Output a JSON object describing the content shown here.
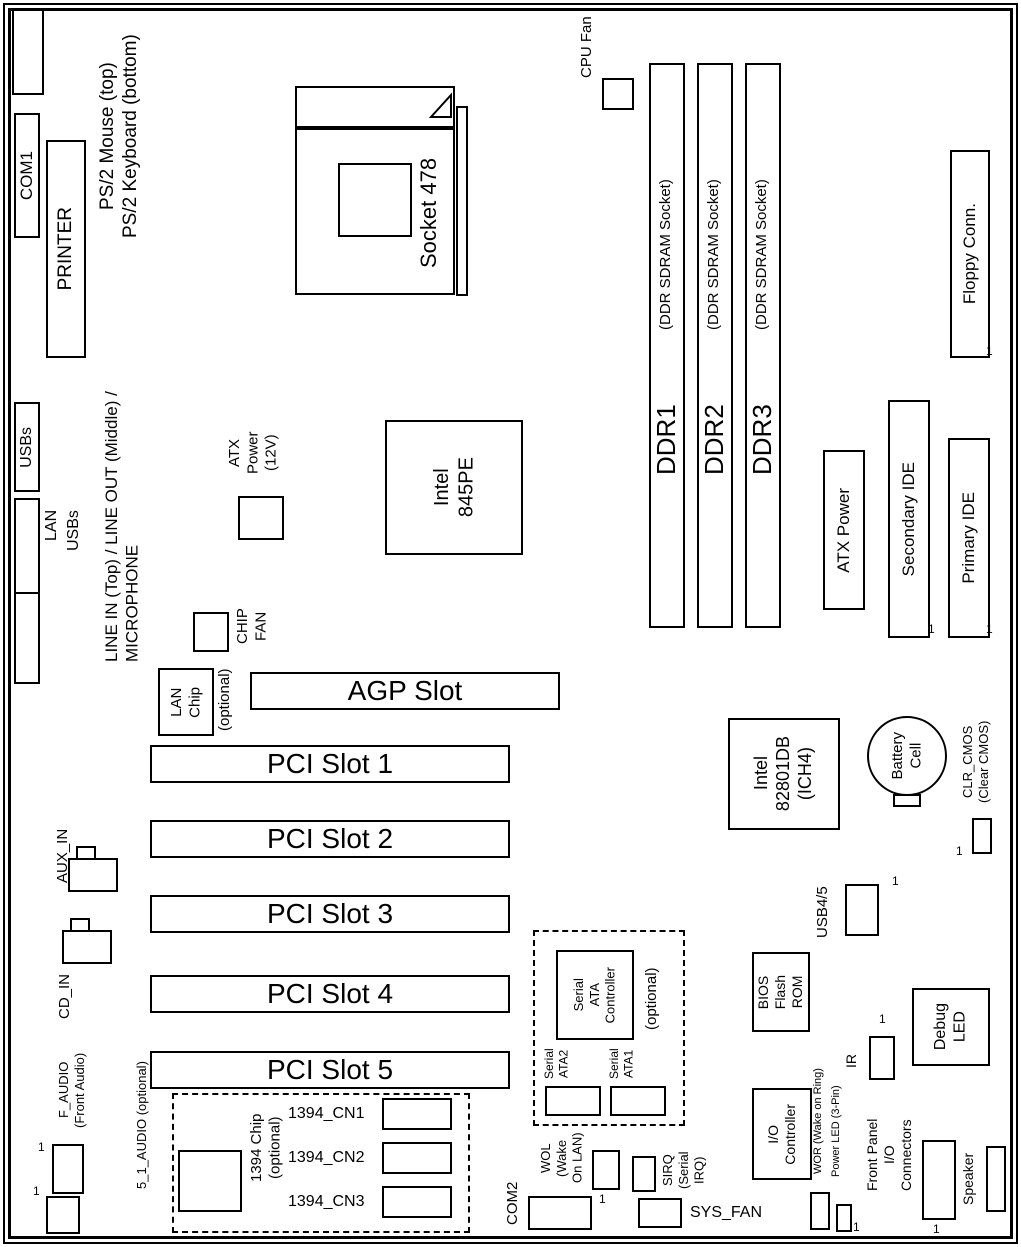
{
  "board": {
    "rear_panel": {
      "ps2": "PS/2 Mouse (top)\nPS/2 Keyboard (bottom)",
      "com1": "COM1",
      "printer": "PRINTER",
      "usb_top": "USBs",
      "lan": "LAN",
      "usb_bottom": "USBs",
      "audio": "LINE IN (Top) / LINE OUT (Middle) /\nMICROPHONE"
    },
    "cpu_area": {
      "socket": "Socket 478",
      "cpu_fan": "CPU Fan",
      "atx_12v": "ATX\nPower\n(12V)",
      "northbridge": "Intel\n845PE",
      "chip_fan": "CHIP\nFAN"
    },
    "memory": {
      "ddr1": "DDR1",
      "ddr2": "DDR2",
      "ddr3": "DDR3",
      "ddr_sub": "(DDR SDRAM Socket)"
    },
    "power_storage": {
      "floppy": "Floppy Conn.",
      "atx_power": "ATX Power",
      "secondary_ide": "Secondary IDE",
      "primary_ide": "Primary IDE"
    },
    "expansion": {
      "lan_chip": "LAN\nChip",
      "lan_chip_opt": "(optional)",
      "agp": "AGP Slot",
      "pci": [
        "PCI Slot 1",
        "PCI Slot 2",
        "PCI Slot 3",
        "PCI Slot 4",
        "PCI Slot 5"
      ],
      "aux_in": "AUX_IN",
      "cd_in": "CD_IN"
    },
    "south_area": {
      "southbridge": "Intel\n82801DB\n(ICH4)",
      "battery": "Battery\nCell",
      "clr_cmos": "CLR_CMOS\n(Clear CMOS)",
      "usb45": "USB4/5",
      "bios": "BIOS\nFlash\nROM",
      "ir": "IR",
      "debug_led": "Debug\nLED"
    },
    "sata": {
      "controller": "Serial\nATA\nController",
      "optional": "(optional)",
      "ata2": "Serial\nATA2",
      "ata1": "Serial\nATA1"
    },
    "firewire": {
      "chip": "1394 Chip\n(optional)",
      "cn1": "1394_CN1",
      "cn2": "1394_CN2",
      "cn3": "1394_CN3"
    },
    "front_audio": {
      "f_audio": "F_AUDIO\n(Front Audio)",
      "audio51": "5_1_AUDIO (optional)"
    },
    "headers": {
      "com2": "COM2",
      "wol": "WOL\n(Wake\nOn LAN)",
      "sirq": "SIRQ\n(Serial\nIRQ)",
      "sys_fan": "SYS_FAN",
      "io_ctrl": "I/O\nController",
      "wor": "WOR (Wake on Ring)",
      "power_led": "Power LED (3-Pin)",
      "front_panel": "Front Panel\nI/O\nConnectors",
      "speaker": "Speaker"
    },
    "pin1": "1"
  }
}
